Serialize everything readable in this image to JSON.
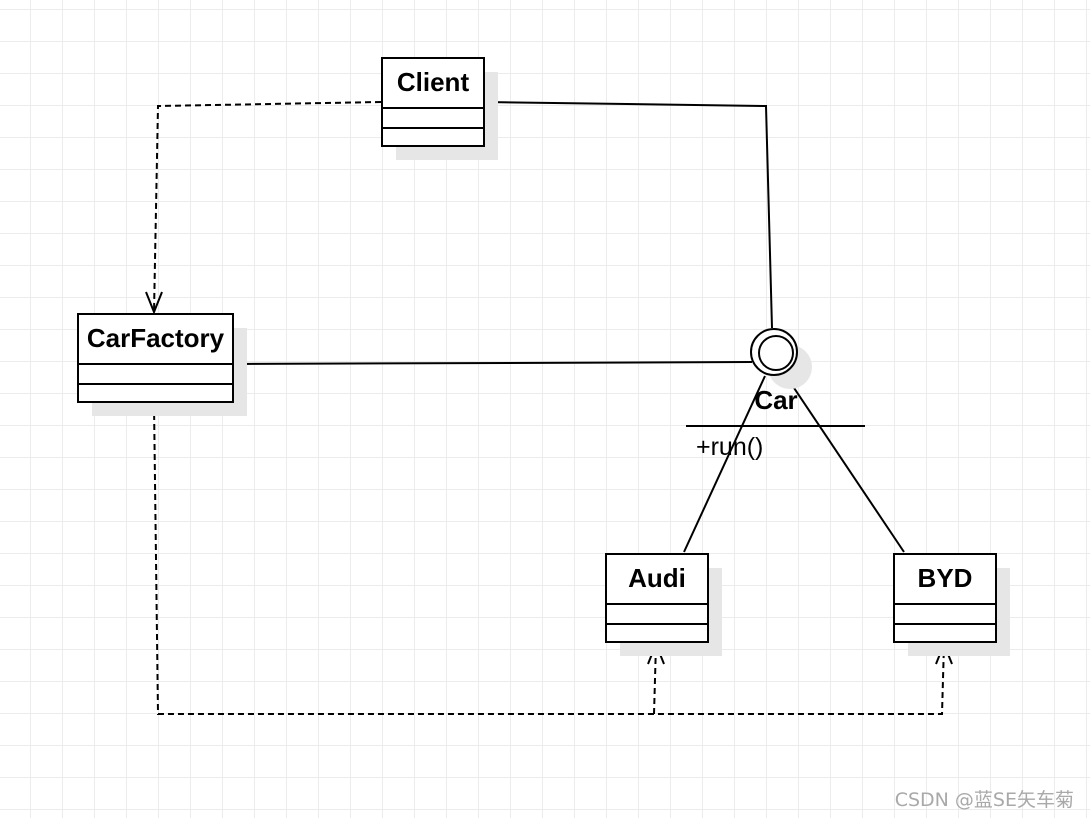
{
  "classes": {
    "client": {
      "name": "Client"
    },
    "car_factory": {
      "name": "CarFactory"
    },
    "audi": {
      "name": "Audi"
    },
    "byd": {
      "name": "BYD"
    }
  },
  "interface": {
    "name": "Car",
    "operation": "+run()"
  },
  "watermark": "CSDN @蓝SE矢车菊"
}
